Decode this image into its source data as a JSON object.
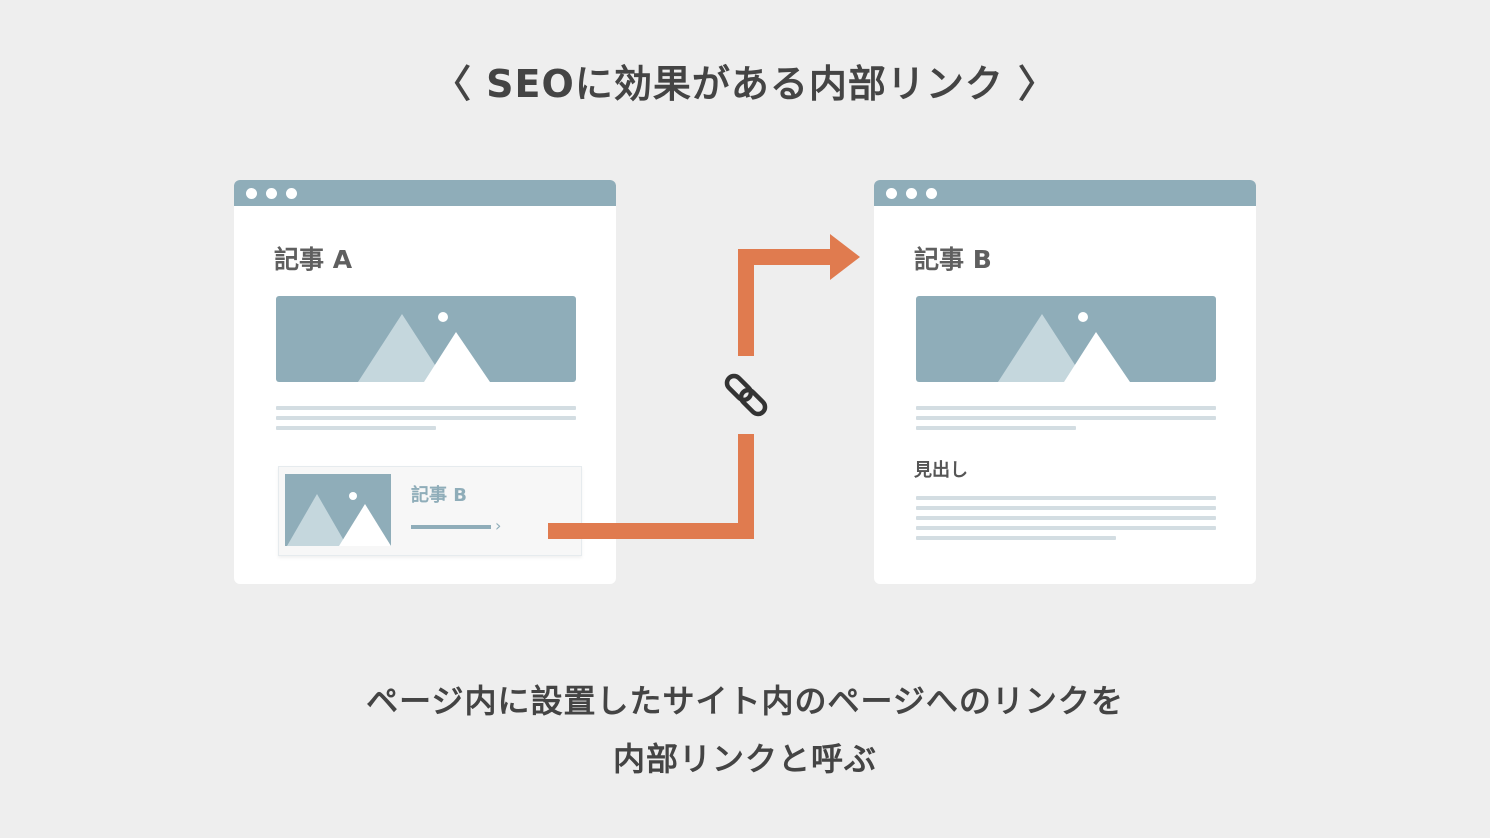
{
  "title": "〈 SEOに効果がある内部リンク 〉",
  "article_a": {
    "title": "記事 A",
    "card_title": "記事 B",
    "card_arrow": "›"
  },
  "article_b": {
    "title": "記事 B",
    "heading": "見出し"
  },
  "caption": {
    "line1": "ページ内に設置したサイト内のページへのリンクを",
    "line2": "内部リンクと呼ぶ"
  },
  "colors": {
    "background": "#eeeeee",
    "window_bar": "#8fadb9",
    "accent_arrow": "#e07b4f",
    "text_line": "#d3dde2"
  }
}
